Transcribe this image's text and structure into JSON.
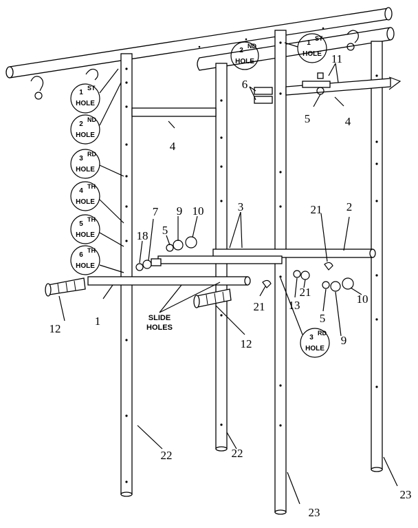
{
  "hole_labels": {
    "h1": {
      "ord": "1",
      "sup": "ST",
      "word": "HOLE"
    },
    "h2": {
      "ord": "2",
      "sup": "ND",
      "word": "HOLE"
    },
    "h3": {
      "ord": "3",
      "sup": "RD",
      "word": "HOLE"
    },
    "h4": {
      "ord": "4",
      "sup": "TH",
      "word": "HOLE"
    },
    "h5": {
      "ord": "5",
      "sup": "TH",
      "word": "HOLE"
    },
    "h6": {
      "ord": "6",
      "sup": "TH",
      "word": "HOLE"
    },
    "h2_top": {
      "ord": "2",
      "sup": "ND",
      "word": "HOLE"
    },
    "h1_top": {
      "ord": "1",
      "sup": "ST",
      "word": "HOLE"
    },
    "h3_low": {
      "ord": "3",
      "sup": "RD",
      "word": "HOLE"
    }
  },
  "part_numbers": {
    "p4_left": "4",
    "p4_right": "4",
    "p6": "6",
    "p11": "11",
    "p5_top": "5",
    "p7": "7",
    "p9_top": "9",
    "p10_top": "10",
    "p5_mid": "5",
    "p18": "18",
    "p3": "3",
    "p21_top": "21",
    "p2": "2",
    "p1": "1",
    "p12_left": "12",
    "p12_mid": "12",
    "p21_mid": "21",
    "p13": "13",
    "p21_right": "21",
    "p10_right": "10",
    "p5_right": "5",
    "p9_right": "9",
    "p22_left": "22",
    "p22_mid": "22",
    "p23_mid": "23",
    "p23_right": "23"
  },
  "slide_holes": {
    "line1": "SLIDE",
    "line2": "HOLES"
  }
}
